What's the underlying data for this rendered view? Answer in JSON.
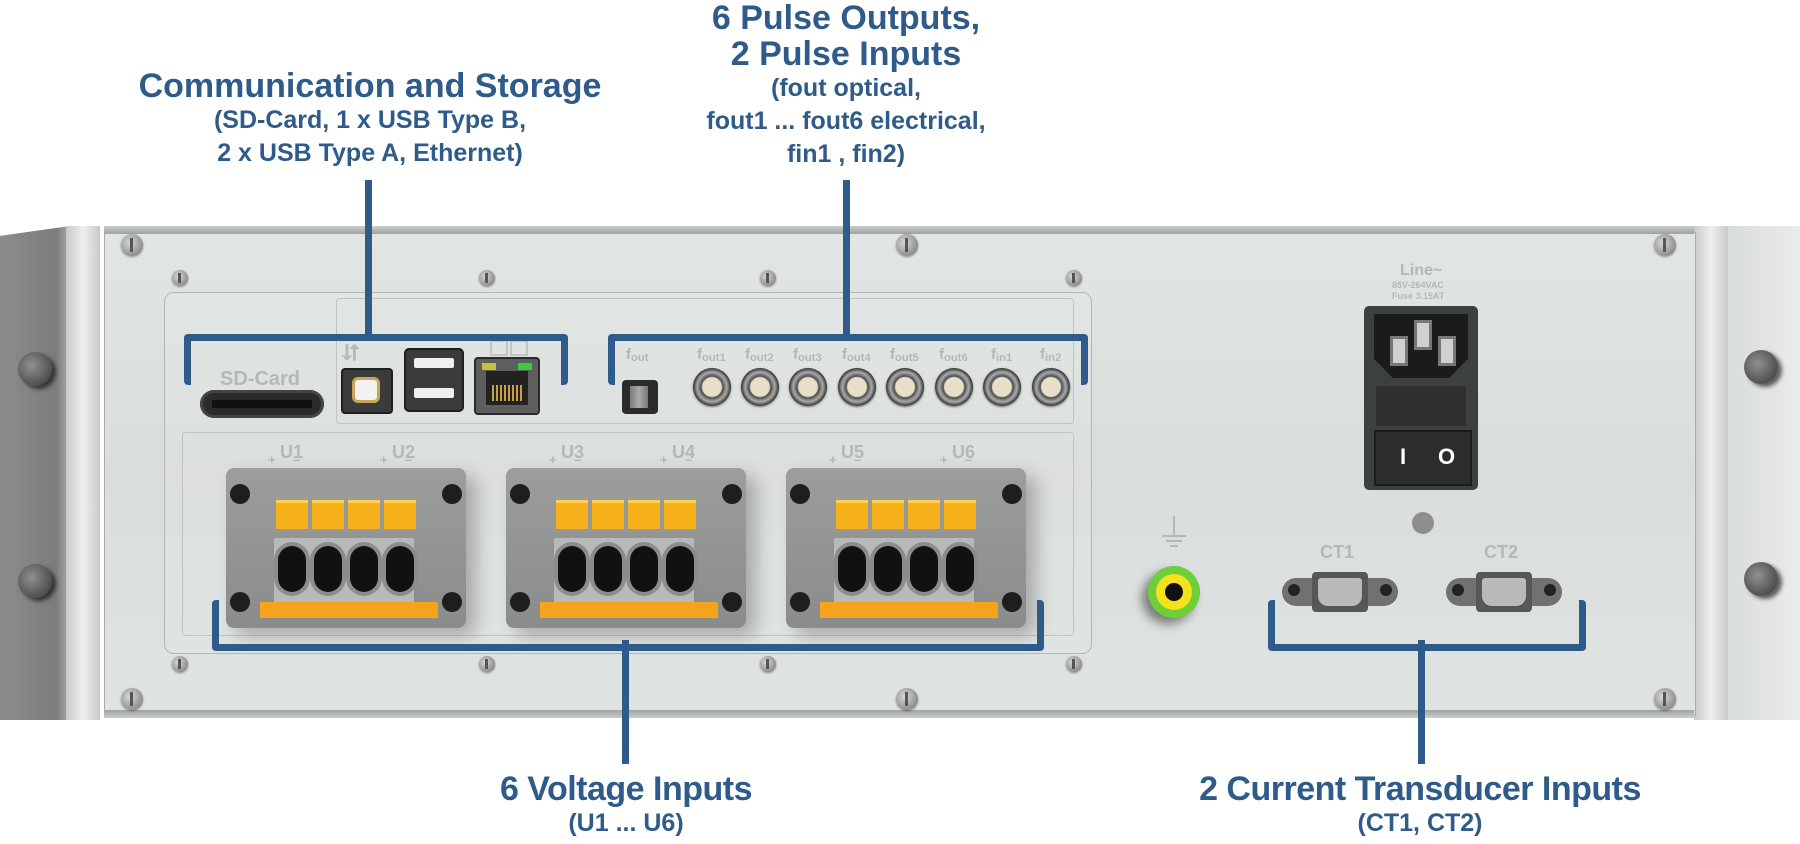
{
  "colors": {
    "callout_blue": "#2f5b8a",
    "panel_gray": "#dde1df",
    "terminal_orange": "#f7b21b",
    "ground_green": "#6fcf38",
    "ground_yellow": "#f4e21d",
    "ethernet_led_left": "#c6c23a",
    "ethernet_led_right": "#3ecb3a"
  },
  "callouts": {
    "communication": {
      "title": "Communication and Storage",
      "line1": "(SD-Card, 1 x USB Type B,",
      "line2": "2 x USB Type A, Ethernet)"
    },
    "pulse": {
      "title1": "6 Pulse Outputs,",
      "title2": "2 Pulse Inputs",
      "line1": "(fout optical,",
      "line2": "fout1 ... fout6 electrical,",
      "line3": "fin1 , fin2)"
    },
    "voltage": {
      "title": "6 Voltage Inputs",
      "sub": "(U1 ... U6)"
    },
    "current": {
      "title": "2 Current Transducer Inputs",
      "sub": "(CT1, CT2)"
    }
  },
  "panel_labels": {
    "sd_card": "SD-Card",
    "usb_symbol": "⮃",
    "pulse_ports": [
      {
        "base": "f",
        "sub": "out"
      },
      {
        "base": "f",
        "sub": "out1"
      },
      {
        "base": "f",
        "sub": "out2"
      },
      {
        "base": "f",
        "sub": "out3"
      },
      {
        "base": "f",
        "sub": "out4"
      },
      {
        "base": "f",
        "sub": "out5"
      },
      {
        "base": "f",
        "sub": "out6"
      },
      {
        "base": "f",
        "sub": "in1"
      },
      {
        "base": "f",
        "sub": "in2"
      }
    ],
    "voltage_channels": [
      "U1",
      "U2",
      "U3",
      "U4",
      "U5",
      "U6"
    ],
    "polarity_plus": "+",
    "polarity_minus": "–",
    "power": {
      "title": "Line~",
      "spec1": "85V-264VAC",
      "spec2": "Fuse 3.15AT",
      "switch_on": "I",
      "switch_off": "O"
    },
    "ct": [
      "CT1",
      "CT2"
    ]
  }
}
